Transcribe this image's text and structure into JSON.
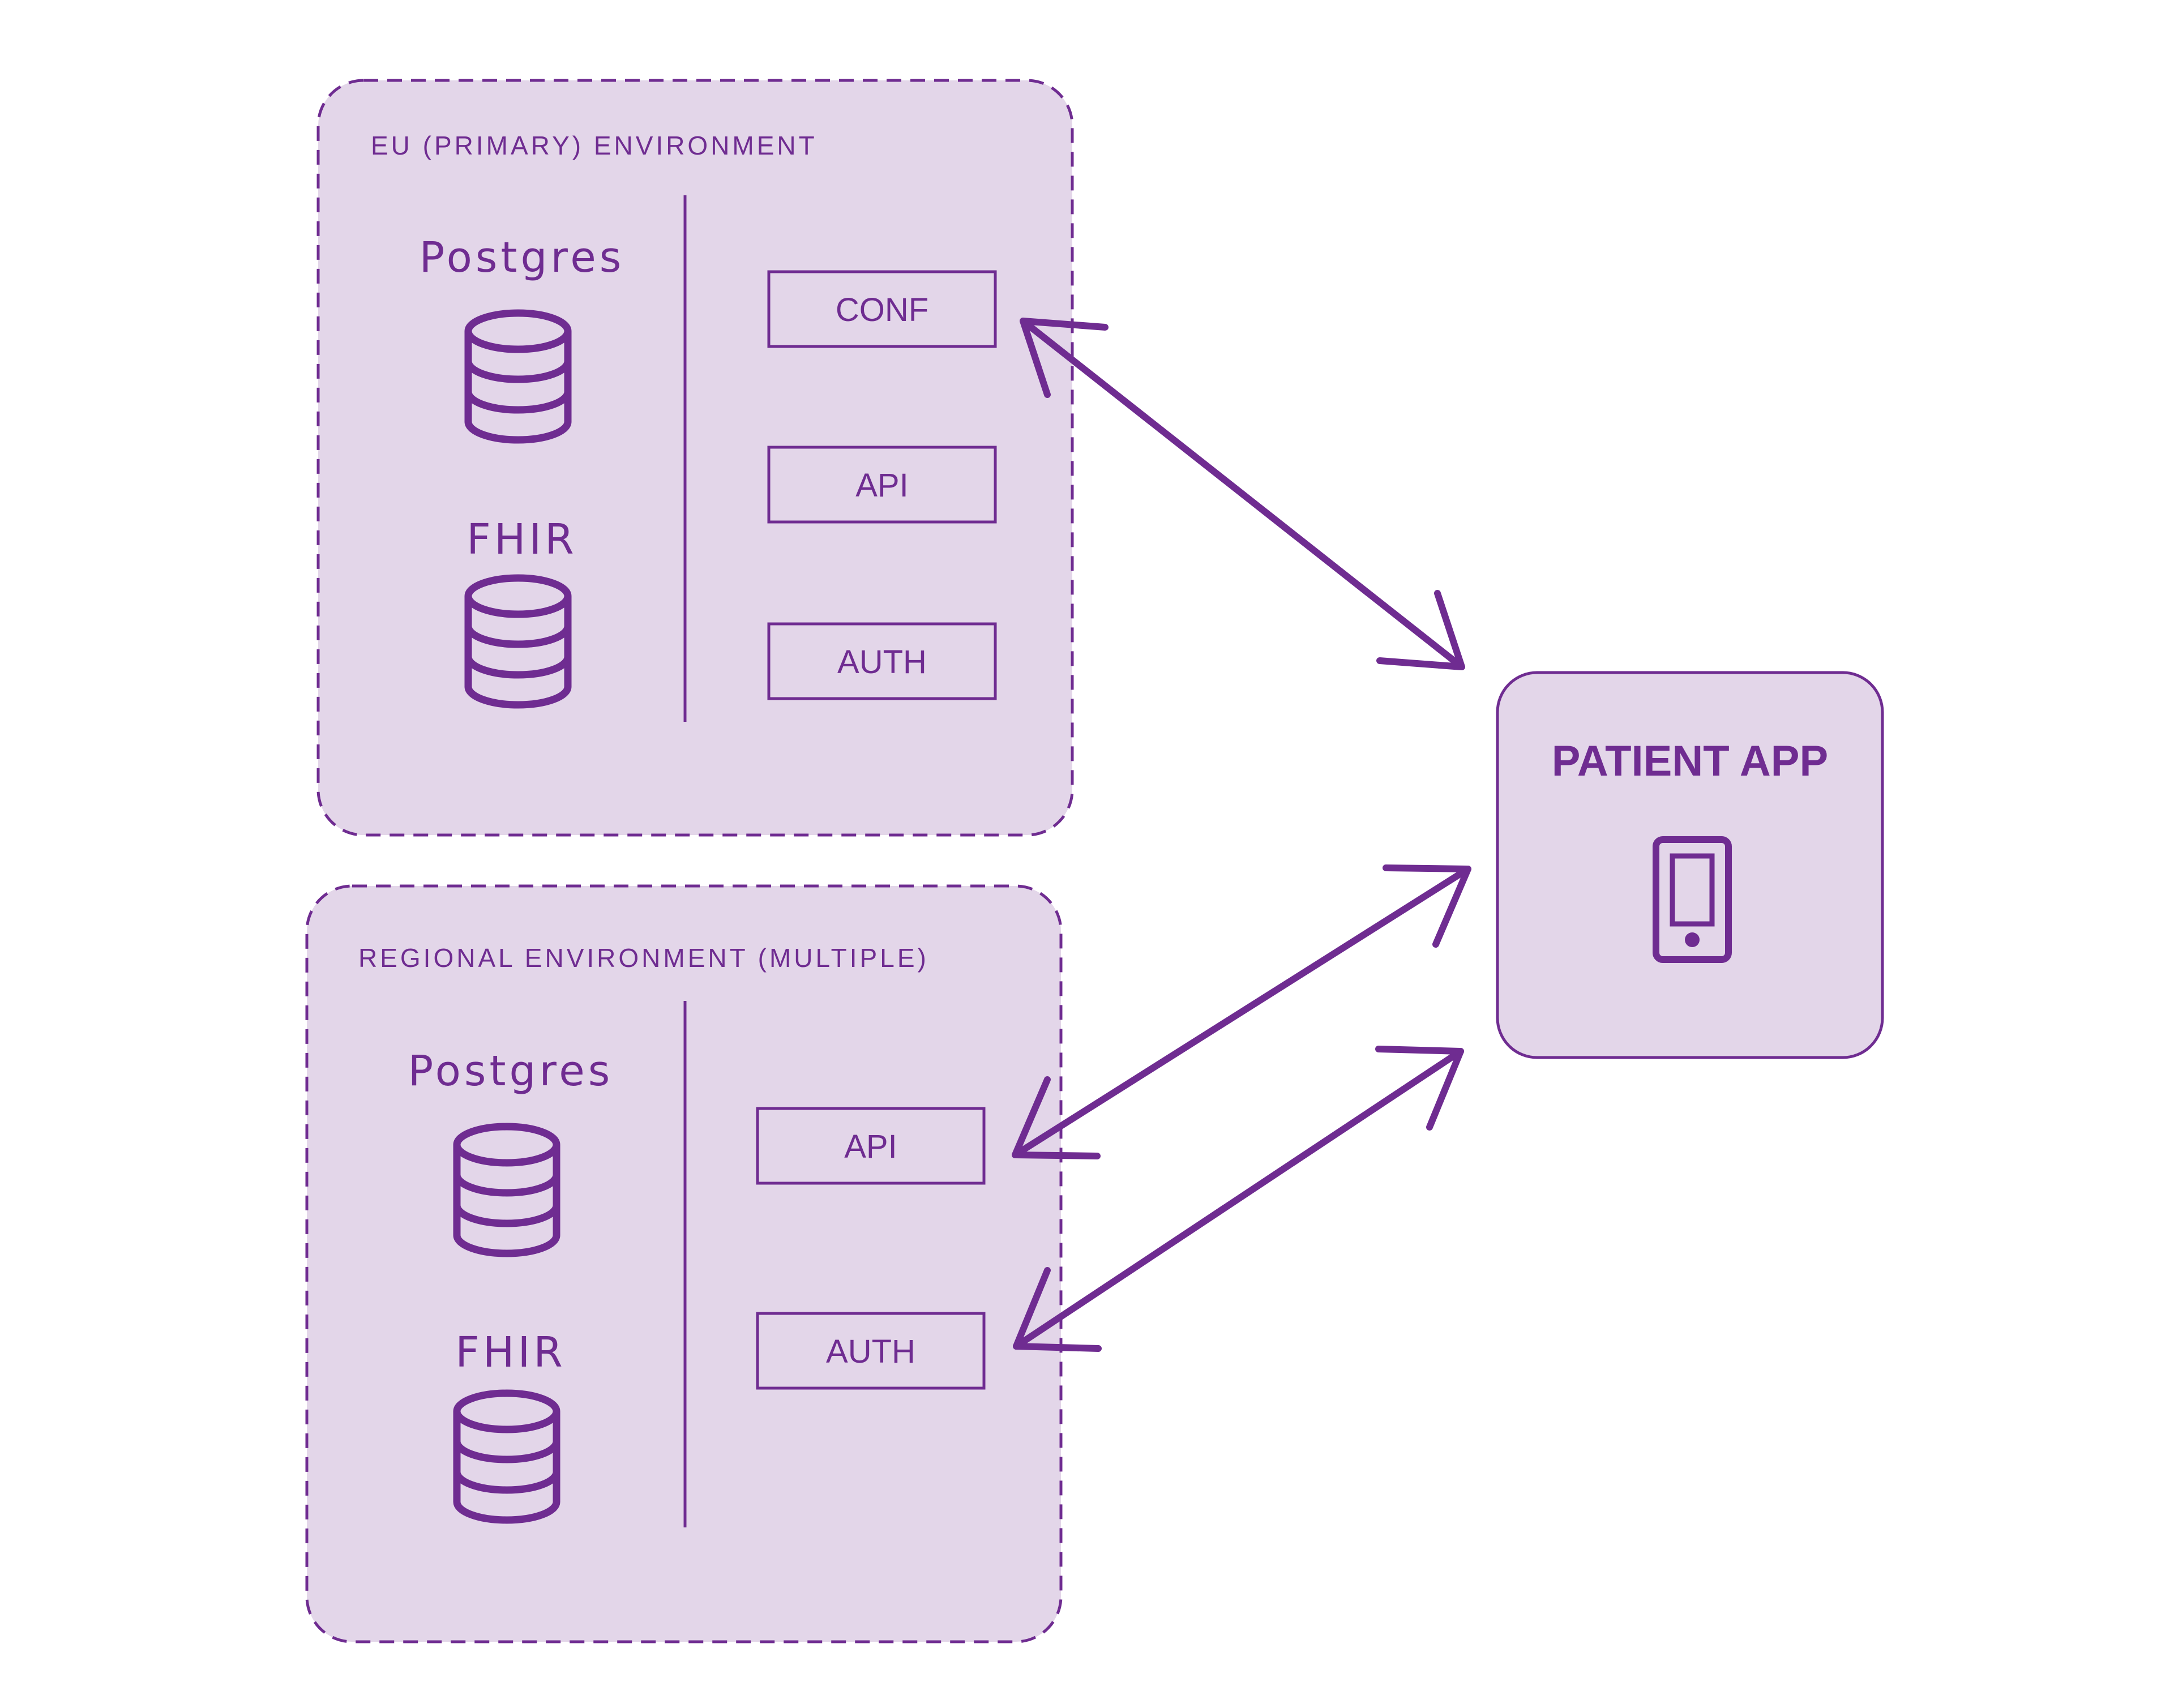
{
  "colors": {
    "accent": "#6f2c91",
    "box_fill": "#e3d6e9",
    "background": "#ffffff"
  },
  "eu_environment": {
    "title": "EU (PRIMARY) ENVIRONMENT",
    "databases": [
      {
        "label": "Postgres",
        "icon": "database-icon"
      },
      {
        "label": "FHIR",
        "icon": "database-icon"
      }
    ],
    "services": [
      "CONF",
      "API",
      "AUTH"
    ]
  },
  "regional_environment": {
    "title": "REGIONAL ENVIRONMENT (MULTIPLE)",
    "databases": [
      {
        "label": "Postgres",
        "icon": "database-icon"
      },
      {
        "label": "FHIR",
        "icon": "database-icon"
      }
    ],
    "services": [
      "API",
      "AUTH"
    ]
  },
  "patient_app": {
    "title": "PATIENT APP",
    "icon": "smartphone-icon"
  },
  "connections": [
    {
      "from": "eu-conf-service",
      "to": "patient-app",
      "direction": "bidirectional"
    },
    {
      "from": "regional-api-service",
      "to": "patient-app",
      "direction": "bidirectional"
    },
    {
      "from": "regional-auth-service",
      "to": "patient-app",
      "direction": "bidirectional"
    }
  ]
}
